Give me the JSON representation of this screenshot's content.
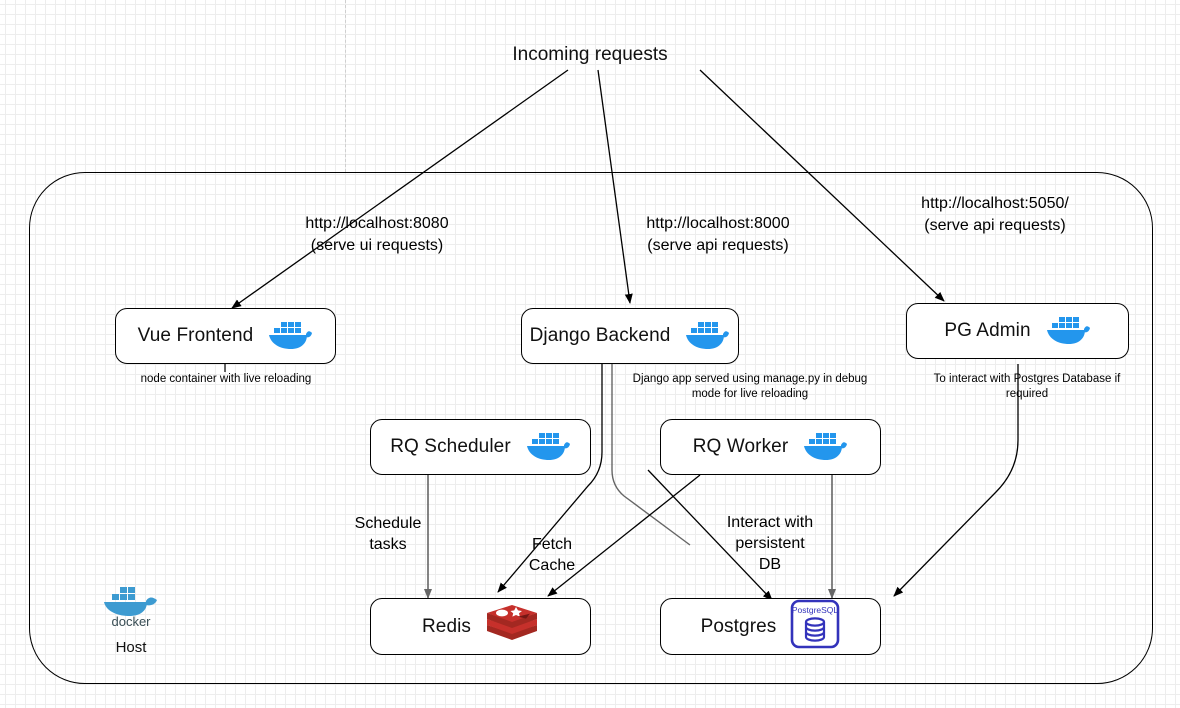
{
  "diagram": {
    "title": "Incoming requests",
    "host": {
      "logo_icon": "docker-logo-icon",
      "label": "Host"
    },
    "entrypoints": [
      {
        "name": "ui",
        "url": "http://localhost:8080",
        "note": "(serve ui requests)"
      },
      {
        "name": "api",
        "url": "http://localhost:8000",
        "note": "(serve api requests)"
      },
      {
        "name": "pgadmin",
        "url": "http://localhost:5050/",
        "note": "(serve api requests)"
      }
    ],
    "nodes": [
      {
        "id": "vue",
        "label": "Vue Frontend",
        "icon": "docker-whale-icon",
        "caption": "node container with live reloading"
      },
      {
        "id": "django",
        "label": "Django Backend",
        "icon": "docker-whale-icon",
        "caption": "Django app served using manage.py\nin debug mode for live reloading"
      },
      {
        "id": "pgadmin",
        "label": "PG Admin",
        "icon": "docker-whale-icon",
        "caption": "To interact with Postgres\nDatabase if required"
      },
      {
        "id": "scheduler",
        "label": "RQ Scheduler",
        "icon": "docker-whale-icon",
        "caption": ""
      },
      {
        "id": "worker",
        "label": "RQ Worker",
        "icon": "docker-whale-icon",
        "caption": ""
      },
      {
        "id": "redis",
        "label": "Redis",
        "icon": "redis-logo-icon",
        "caption": ""
      },
      {
        "id": "postgres",
        "label": "Postgres",
        "icon": "postgresql-logo-icon",
        "caption": ""
      }
    ],
    "edge_labels": [
      {
        "id": "schedule",
        "text": "Schedule\ntasks"
      },
      {
        "id": "fetch",
        "text": "Fetch\nCache"
      },
      {
        "id": "persist",
        "text": "Interact with\npersistent\nDB"
      }
    ],
    "colors": {
      "docker_blue": "#2396ED",
      "docker_logo_teal": "#3D9BD1",
      "redis_red": "#C6302B",
      "postgres_blue": "#3333BB",
      "stroke": "#000000",
      "gray_stroke": "#666666",
      "grid_minor": "#EDEDED",
      "grid_major": "#D8D8D8"
    }
  }
}
